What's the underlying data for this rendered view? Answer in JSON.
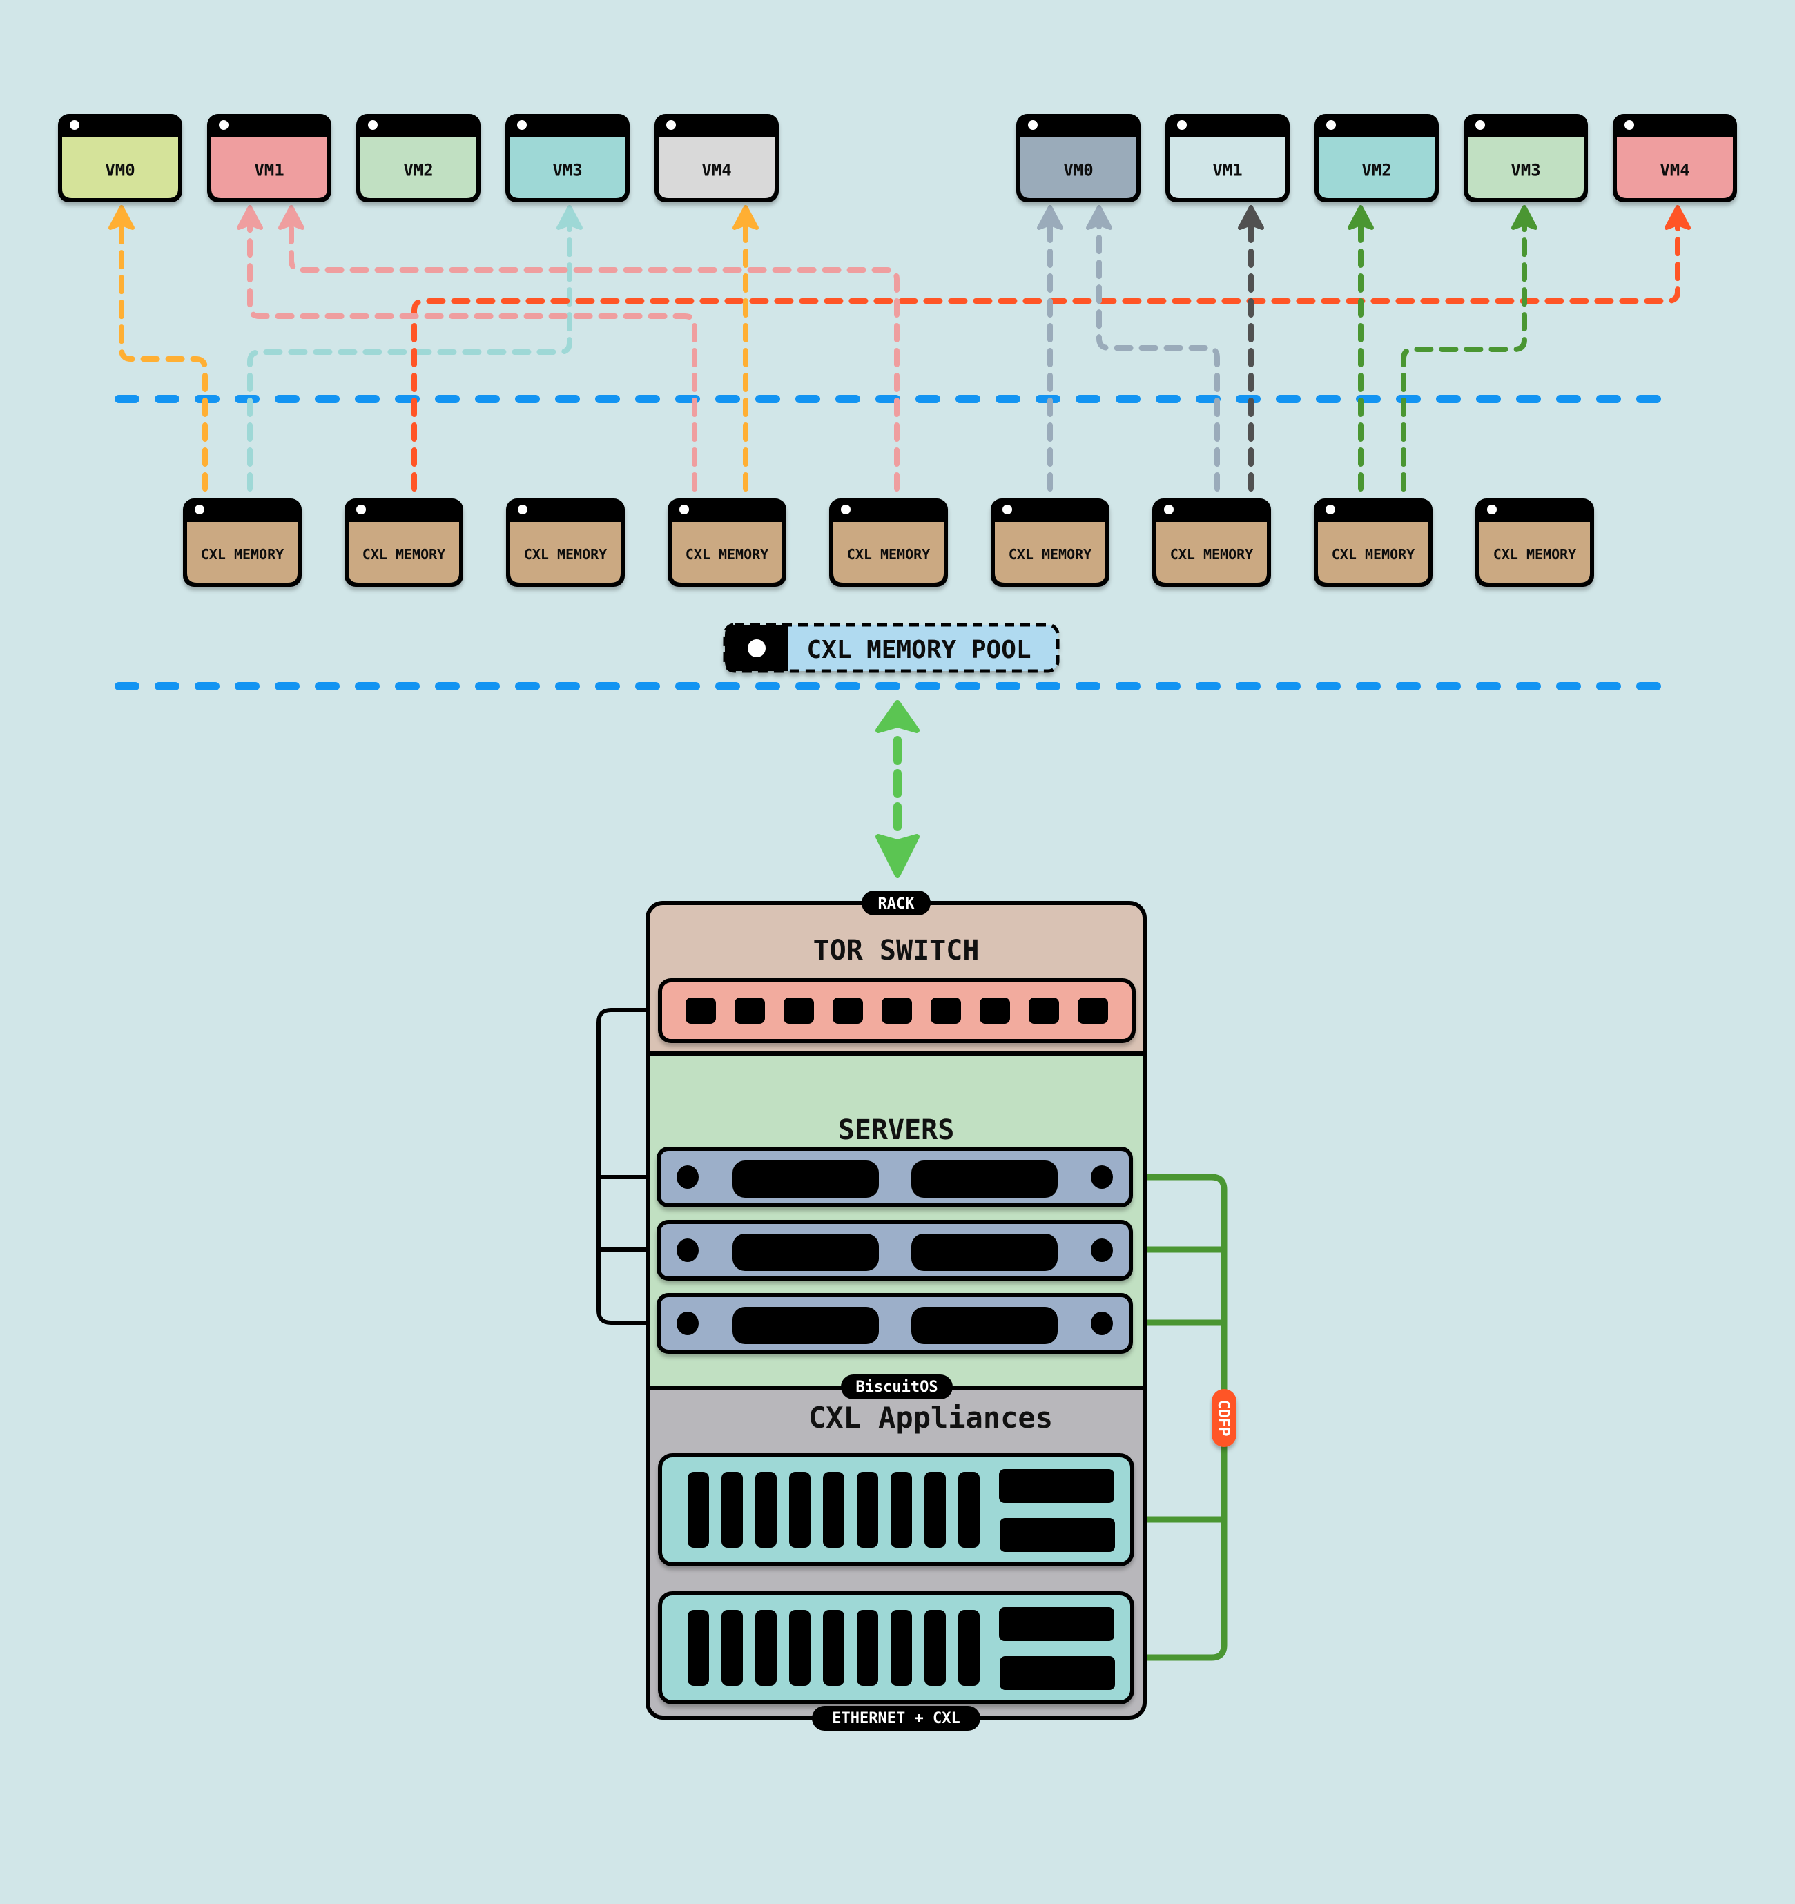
{
  "colors": {
    "background": "#d1e6e8",
    "separator": "#1394f2",
    "orange": "#ffaf33",
    "pink": "#ef9e9f",
    "teal": "#9ed8d6",
    "red": "#ff5526",
    "gray": "#9aabba",
    "dark": "#515151",
    "green": "#4a9632",
    "bright_green": "#5bc552",
    "cxl_memory": "#cba982",
    "pool_fill": "#b0daf0",
    "rack_tor": "#d9c2b4",
    "rack_servers": "#c1e0c2",
    "rack_appliances": "#b8b7bb",
    "switch_fill": "#f2ab9e",
    "server_fill": "#9cafc9",
    "appliance_fill": "#9ed8d6",
    "cdfp": "#ff5526"
  },
  "vm_groups": [
    {
      "vms": [
        {
          "label": "VM0",
          "color": "#d5e39a"
        },
        {
          "label": "VM1",
          "color": "#ef9e9f"
        },
        {
          "label": "VM2",
          "color": "#c1e0c2"
        },
        {
          "label": "VM3",
          "color": "#9ed8d6"
        },
        {
          "label": "VM4",
          "color": "#d9d9d9"
        }
      ]
    },
    {
      "vms": [
        {
          "label": "VM0",
          "color": "#9aabba"
        },
        {
          "label": "VM1",
          "color": "#d1e6e8"
        },
        {
          "label": "VM2",
          "color": "#9ed8d6"
        },
        {
          "label": "VM3",
          "color": "#c1e0c2"
        },
        {
          "label": "VM4",
          "color": "#ef9e9f"
        }
      ]
    }
  ],
  "cxl_memories": [
    {
      "label": "CXL MEMORY"
    },
    {
      "label": "CXL MEMORY"
    },
    {
      "label": "CXL MEMORY"
    },
    {
      "label": "CXL MEMORY"
    },
    {
      "label": "CXL MEMORY"
    },
    {
      "label": "CXL MEMORY"
    },
    {
      "label": "CXL MEMORY"
    },
    {
      "label": "CXL MEMORY"
    },
    {
      "label": "CXL MEMORY"
    }
  ],
  "connections": [
    {
      "from_memory": 0,
      "to_group": 0,
      "to_vm": 0,
      "color": "orange"
    },
    {
      "from_memory": 0,
      "to_group": 0,
      "to_vm": 3,
      "color": "teal"
    },
    {
      "from_memory": 1,
      "to_group": 1,
      "to_vm": 4,
      "color": "red"
    },
    {
      "from_memory": 3,
      "to_group": 0,
      "to_vm": 1,
      "color": "pink"
    },
    {
      "from_memory": 3,
      "to_group": 0,
      "to_vm": 4,
      "color": "orange"
    },
    {
      "from_memory": 4,
      "to_group": 0,
      "to_vm": 1,
      "color": "pink"
    },
    {
      "from_memory": 5,
      "to_group": 1,
      "to_vm": 0,
      "color": "gray"
    },
    {
      "from_memory": 6,
      "to_group": 1,
      "to_vm": 0,
      "color": "gray"
    },
    {
      "from_memory": 6,
      "to_group": 1,
      "to_vm": 1,
      "color": "dark"
    },
    {
      "from_memory": 7,
      "to_group": 1,
      "to_vm": 2,
      "color": "green"
    },
    {
      "from_memory": 7,
      "to_group": 1,
      "to_vm": 3,
      "color": "green"
    }
  ],
  "pool": {
    "label": "CXL MEMORY POOL"
  },
  "rack": {
    "badge_top": "RACK",
    "tor": {
      "title": "TOR SWITCH",
      "ports": 9
    },
    "servers": {
      "title": "SERVERS",
      "count": 3
    },
    "badge_mid": "BiscuitOS",
    "appliances": {
      "title": "CXL Appliances",
      "count": 2,
      "slots": 9
    },
    "badge_bottom": "ETHERNET + CXL",
    "cdfp_label": "CDFP"
  }
}
